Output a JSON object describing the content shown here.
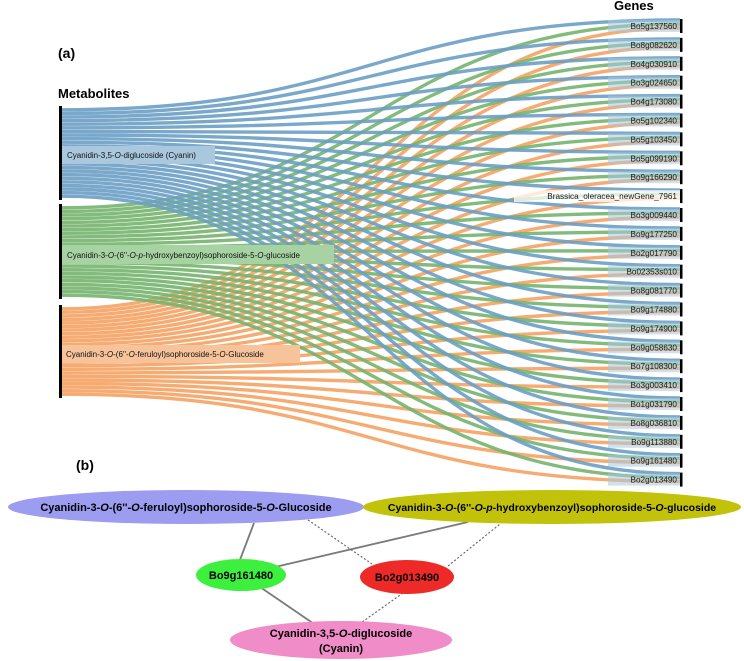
{
  "panels": {
    "a": "(a)",
    "b": "(b)"
  },
  "headers": {
    "metabolites": "Metabolites",
    "genes": "Genes"
  },
  "colors": {
    "cyanin": "#6a9ec4",
    "hydroxybenzoyl": "#74b46e",
    "feruloyl": "#f4a263",
    "cyanin_label_bg": "#a9c8de",
    "hydroxy_label_bg": "#a6d3a1",
    "feruloyl_label_bg": "#f7c39a",
    "gene_label_bg": "#a9c8de",
    "ellipse_feruloyl": "#9c9cf0",
    "ellipse_hydroxy": "#c2c20a",
    "ellipse_cyanin": "#f08cc8",
    "gene_node_1": "#3ef03e",
    "gene_node_2": "#ee2a28"
  },
  "sankey": {
    "metabolites": [
      {
        "id": "cyanin",
        "parts": [
          {
            "text": "Cyanidin-3,5-"
          },
          {
            "text": "O",
            "italic": true
          },
          {
            "text": "-diglucoside (Cyanin)"
          }
        ]
      },
      {
        "id": "hydroxybenzoyl",
        "parts": [
          {
            "text": "Cyanidin-3-"
          },
          {
            "text": "O",
            "italic": true
          },
          {
            "text": "-(6''-"
          },
          {
            "text": "O",
            "italic": true
          },
          {
            "text": "-"
          },
          {
            "text": "p",
            "italic": true
          },
          {
            "text": "-hydroxybenzoyl)sophoroside-5-"
          },
          {
            "text": "O",
            "italic": true
          },
          {
            "text": "-glucoside"
          }
        ]
      },
      {
        "id": "feruloyl",
        "parts": [
          {
            "text": "Cyanidin-3-"
          },
          {
            "text": "O",
            "italic": true
          },
          {
            "text": "-(6''-"
          },
          {
            "text": "O",
            "italic": true
          },
          {
            "text": "-feruloyl)sophoroside-5-"
          },
          {
            "text": "O",
            "italic": true
          },
          {
            "text": "-Glucoside"
          }
        ]
      }
    ],
    "genes": [
      "Bo5g137560",
      "Bo8g082620",
      "Bo4g030910",
      "Bo3g024650",
      "Bo4g173080",
      "Bo5g102340",
      "Bo5g103450",
      "Bo5g099190",
      "Bo9g166290",
      "Brassica_oleracea_newGene_7961",
      "Bo3g009440",
      "Bo9g177250",
      "Bo2g017790",
      "Bo02353s010",
      "Bo8g081770",
      "Bo9g174880",
      "Bo9g174900",
      "Bo9g058630",
      "Bo7g108300",
      "Bo3g003410",
      "Bo1g031790",
      "Bo8g036810",
      "Bo9g113880",
      "Bo9g161480",
      "Bo2g013490"
    ]
  },
  "network": {
    "nodes": {
      "feruloyl": {
        "parts": [
          {
            "text": "Cyanidin-3-"
          },
          {
            "text": "O",
            "italic": true
          },
          {
            "text": "-(6''-"
          },
          {
            "text": "O",
            "italic": true
          },
          {
            "text": "-feruloyl)sophoroside-5-"
          },
          {
            "text": "O",
            "italic": true
          },
          {
            "text": "-Glucoside"
          }
        ]
      },
      "hydroxy": {
        "parts": [
          {
            "text": "Cyanidin-3-"
          },
          {
            "text": "O",
            "italic": true
          },
          {
            "text": "-(6''-"
          },
          {
            "text": "O",
            "italic": true
          },
          {
            "text": "-"
          },
          {
            "text": "p",
            "italic": true
          },
          {
            "text": "-hydroxybenzoyl)sophoroside-5-"
          },
          {
            "text": "O",
            "italic": true
          },
          {
            "text": "-glucoside"
          }
        ]
      },
      "cyanin_line1": {
        "parts": [
          {
            "text": "Cyanidin-3,5-"
          },
          {
            "text": "O",
            "italic": true
          },
          {
            "text": "-diglucoside"
          }
        ]
      },
      "cyanin_line2": "(Cyanin)",
      "gene1": "Bo9g161480",
      "gene2": "Bo2g013490"
    }
  }
}
